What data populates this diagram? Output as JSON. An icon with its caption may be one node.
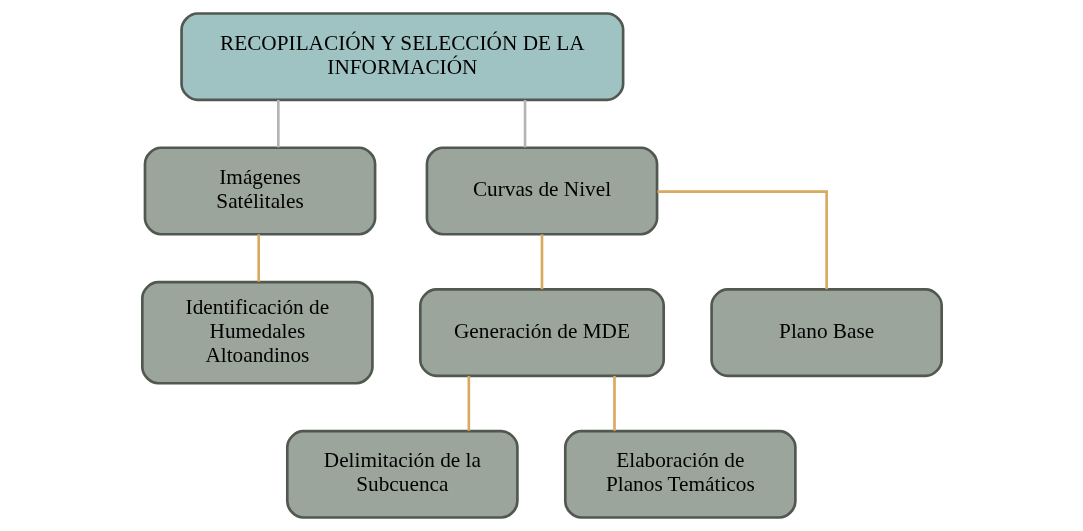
{
  "diagram": {
    "nodes": [
      {
        "text": [
          "RECOPILACIÓN Y SELECCIÓN DE LA INFORMACIÓN"
        ]
      },
      {
        "text": [
          "Imágenes Satélitales"
        ]
      },
      {
        "text": [
          "Curvas de Nivel"
        ]
      },
      {
        "text": [
          "Identificación de Humedales Altoandinos"
        ]
      },
      {
        "text": [
          "Generación de MDE"
        ]
      },
      {
        "text": [
          "Plano Base"
        ]
      },
      {
        "text": [
          "Delimitación de la Subcuenca"
        ]
      },
      {
        "text": [
          "Elaboración de Planos Temáticos"
        ]
      }
    ],
    "edges": [
      {
        "from": 0,
        "to": 1,
        "arrow": "none",
        "color": "#b4b4b4"
      },
      {
        "from": 0,
        "to": 2,
        "arrow": "none",
        "color": "#b4b4b4"
      },
      {
        "from": 1,
        "to": 3,
        "arrow": "none"
      },
      {
        "from": 2,
        "to": 4,
        "arrow": "none"
      },
      {
        "from": 2,
        "to": 5,
        "arrow": "none"
      },
      {
        "from": 4,
        "to": 6,
        "arrow": "none"
      },
      {
        "from": 4,
        "to": 7,
        "arrow": "none"
      }
    ]
  }
}
